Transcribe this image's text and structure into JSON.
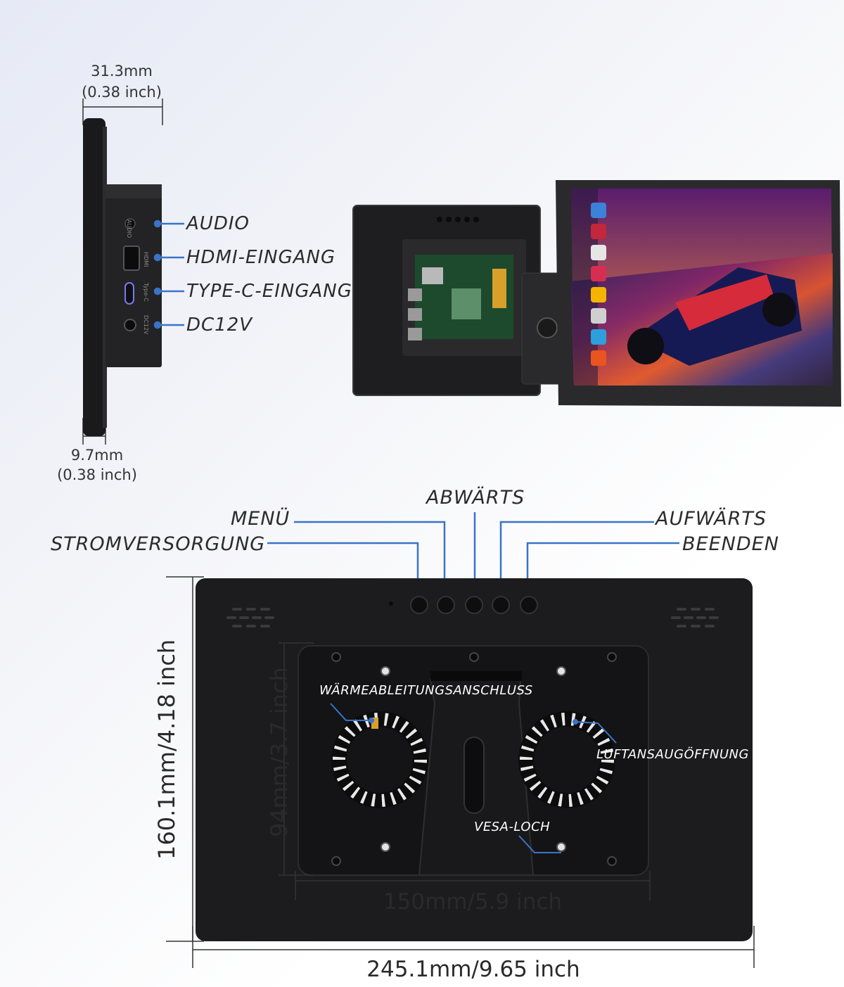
{
  "side_view": {
    "depth_top_mm": "31.3mm",
    "depth_top_inch": "(0.38 inch)",
    "depth_bottom_mm": "9.7mm",
    "depth_bottom_inch": "(0.38 inch)",
    "ports": [
      {
        "label": "AUDIO",
        "printed": "AUDIO"
      },
      {
        "label": "HDMI-EINGANG",
        "printed": "HDMI"
      },
      {
        "label": "TYPE-C-EINGANG",
        "printed": "Type-C"
      },
      {
        "label": "DC12V",
        "printed": "DC12V"
      }
    ]
  },
  "buttons": {
    "power": "STROMVERSORGUNG",
    "menu": "MENÜ",
    "down": "ABWÄRTS",
    "up": "AUFWÄRTS",
    "exit": "BEENDEN"
  },
  "back_view": {
    "heat_port": "WÄRMEABLEITUNGSANSCHLUSS",
    "air_intake": "LUFTANSAUGÖFFNUNG",
    "vesa": "VESA-LOCH",
    "inner_height": "94mm/3.7 inch",
    "inner_width": "150mm/5.9 inch",
    "total_height": "160.1mm/4.18 inch",
    "total_width": "245.1mm/9.65 inch"
  },
  "colors": {
    "accent": "#3a73c8",
    "device": "#1c1c1e"
  }
}
